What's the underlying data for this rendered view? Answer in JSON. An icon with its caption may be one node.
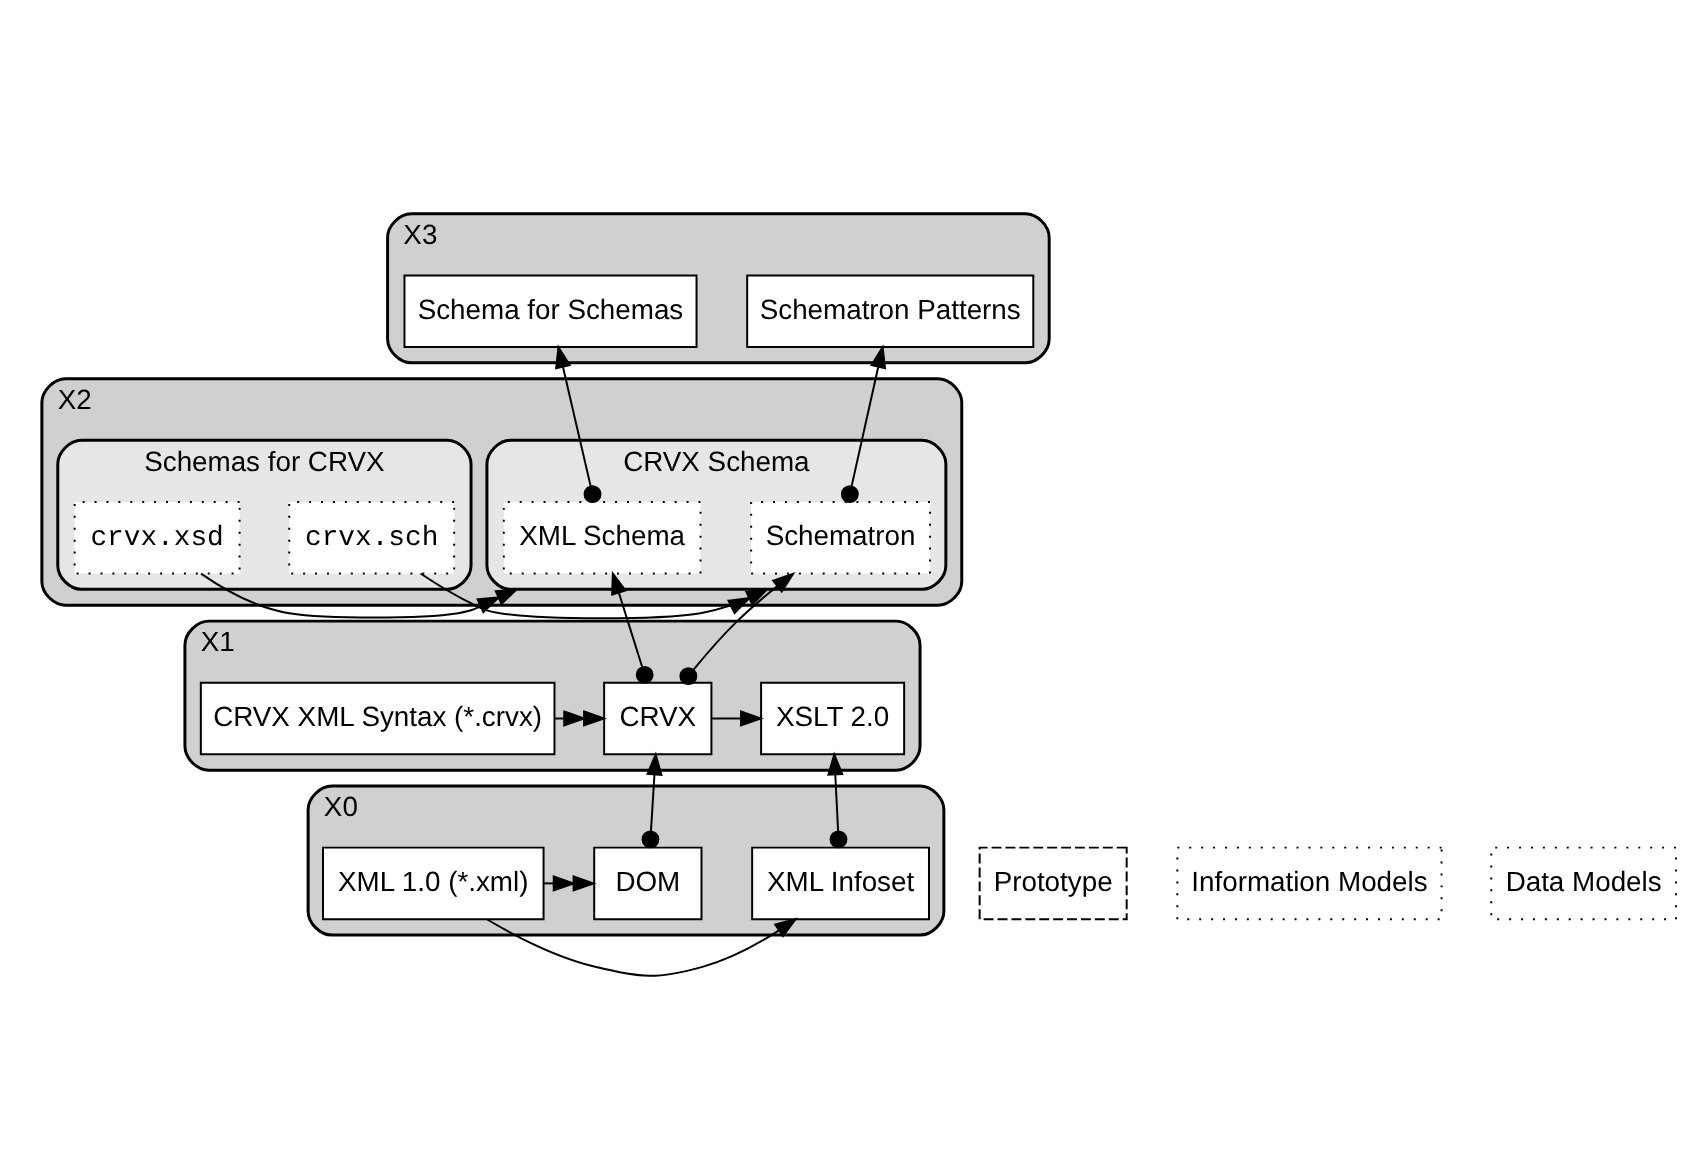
{
  "diagram": {
    "nodes": [
      {
        "text": [
          "X3"
        ]
      },
      {
        "text": [
          "Schematron Patterns"
        ],
        "in": 0
      },
      {
        "text": [
          "Schema for Schemas"
        ],
        "in": 0
      },
      {
        "text": [
          "X2"
        ]
      },
      {
        "text": [
          "CRVX Schema"
        ],
        "in": 3
      },
      {
        "text": [
          "Schematron"
        ],
        "in": 4
      },
      {
        "text": [
          "XML Schema"
        ],
        "in": 4
      },
      {
        "text": [
          "Schemas for CRVX"
        ],
        "in": 3
      },
      {
        "text": [
          "crvx.sch"
        ],
        "in": 7
      },
      {
        "text": [
          "crvx.xsd"
        ],
        "in": 7
      },
      {
        "text": [
          "X1"
        ]
      },
      {
        "text": [
          "XSLT 2.0"
        ],
        "in": 10
      },
      {
        "text": [
          "CRVX"
        ],
        "in": 10
      },
      {
        "text": [
          "CRVX XML Syntax (*.crvx)"
        ],
        "in": 10
      },
      {
        "text": [
          "X0"
        ]
      },
      {
        "text": [
          "XML Infoset"
        ],
        "in": 14
      },
      {
        "text": [
          "DOM"
        ],
        "in": 14
      },
      {
        "text": [
          "XML 1.0 (*.xml)"
        ],
        "in": 14
      },
      {
        "text": [
          "Prototype"
        ]
      },
      {
        "text": [
          "Information Models"
        ]
      },
      {
        "text": [
          "Data Models"
        ]
      }
    ],
    "edges": [
      {
        "from": 5,
        "to": 1,
        "arrow": "to"
      },
      {
        "from": 6,
        "to": 2,
        "arrow": "to"
      },
      {
        "from": 8,
        "to": 4,
        "arrow": "to"
      },
      {
        "from": 9,
        "to": 4,
        "arrow": "to"
      },
      {
        "from": 12,
        "to": 5,
        "arrow": "to"
      },
      {
        "from": 12,
        "to": 6,
        "arrow": "to"
      },
      {
        "from": 12,
        "to": 11,
        "arrow": "to"
      },
      {
        "from": 13,
        "to": 12,
        "arrow": "to"
      },
      {
        "from": 16,
        "to": 12,
        "arrow": "to"
      },
      {
        "from": 15,
        "to": 11,
        "arrow": "to"
      },
      {
        "from": 17,
        "to": 16,
        "arrow": "to"
      },
      {
        "from": 17,
        "to": 15,
        "arrow": "to"
      }
    ]
  }
}
